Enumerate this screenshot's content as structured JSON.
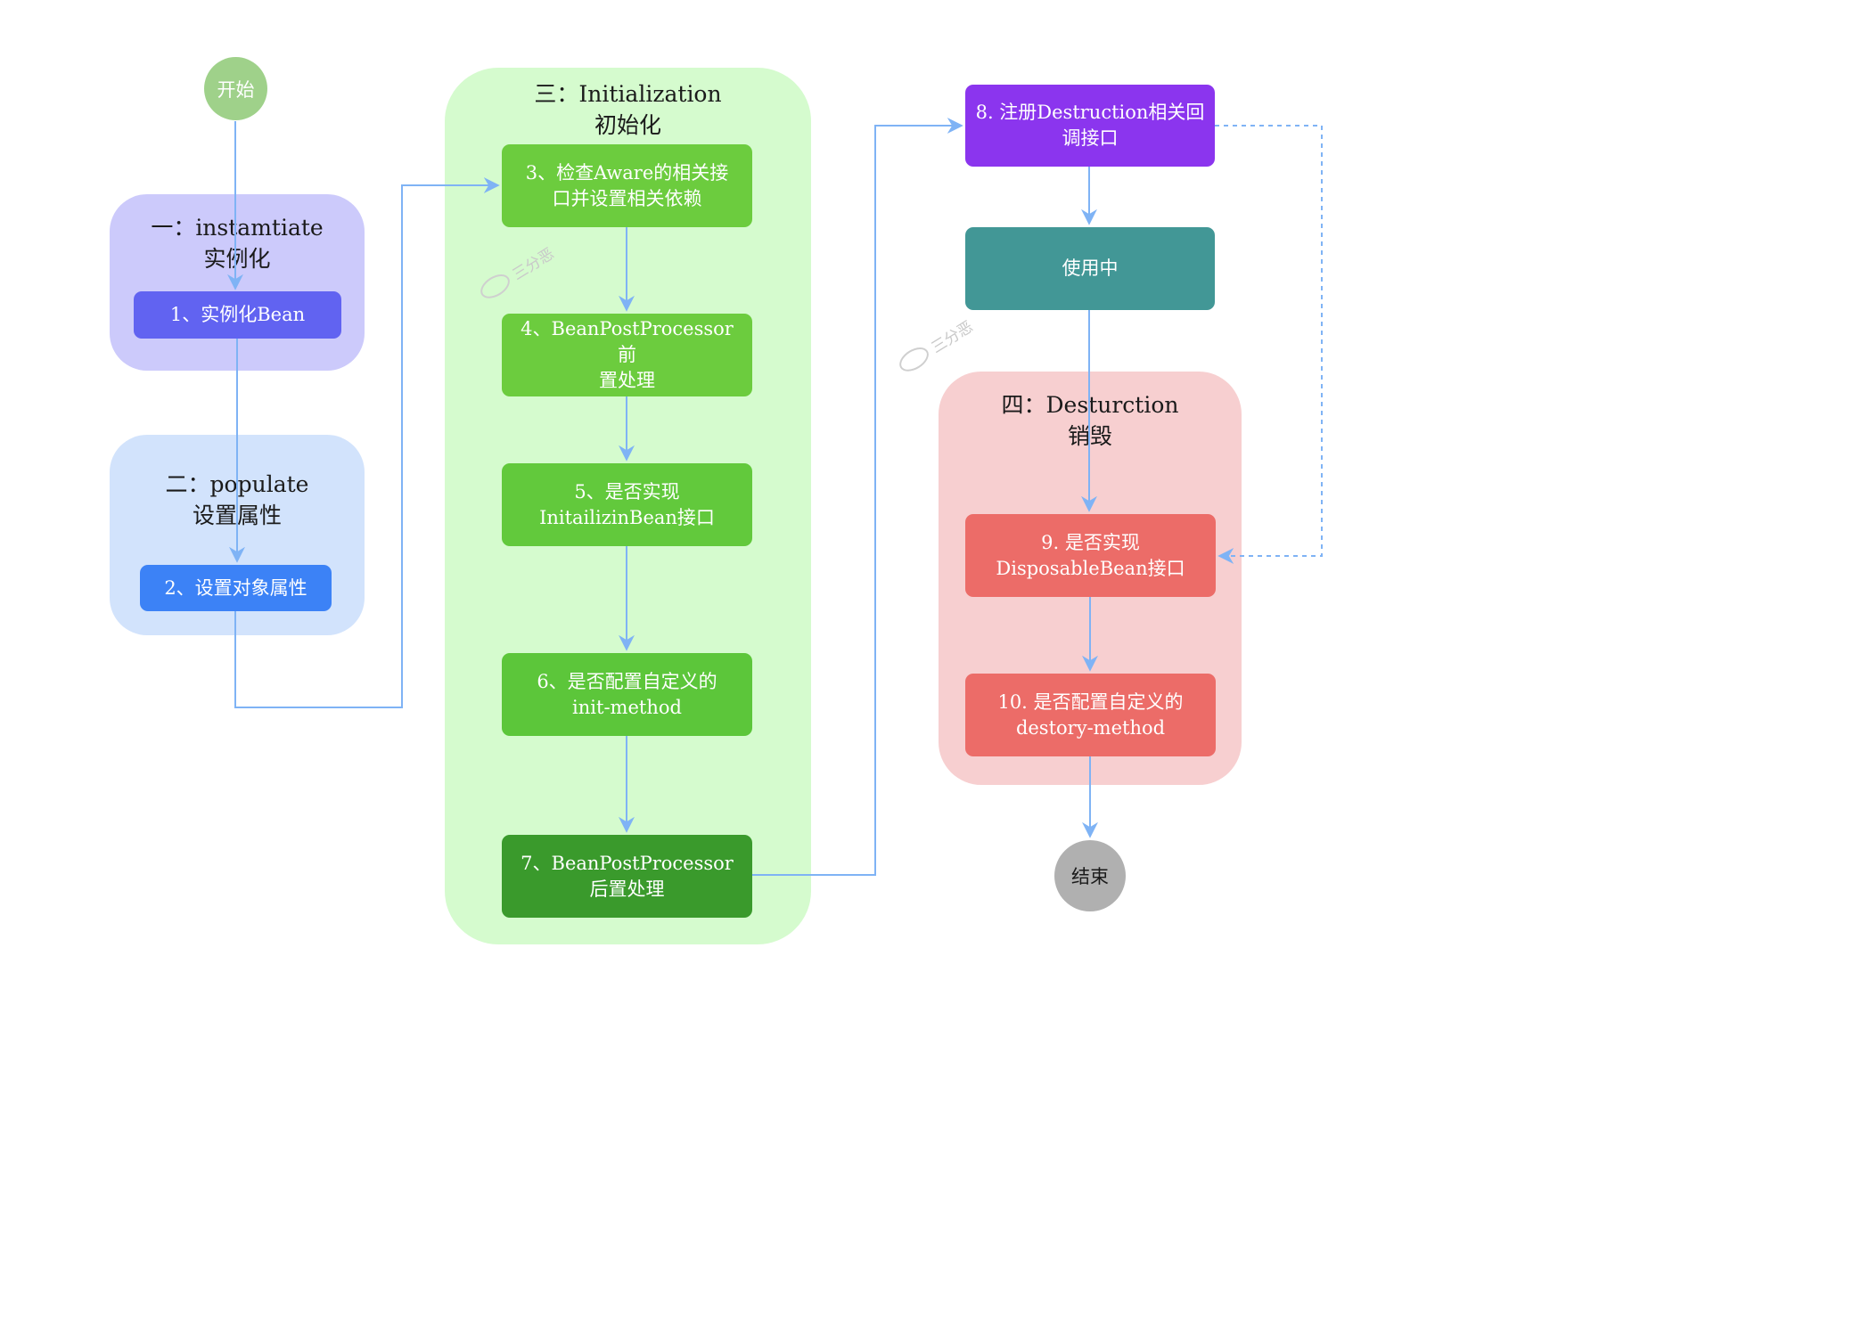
{
  "start_label": "开始",
  "end_label": "结束",
  "groups": {
    "instantiate": {
      "title_line1": "一：instamtiate",
      "title_line2": "实例化"
    },
    "populate": {
      "title_line1": "二：populate",
      "title_line2": "设置属性"
    },
    "initialization": {
      "title_line1": "三：Initialization",
      "title_line2": "初始化"
    },
    "destruction": {
      "title_line1": "四：Desturction",
      "title_line2": "销毁"
    }
  },
  "steps": {
    "s1": {
      "text": "1、实例化Bean"
    },
    "s2": {
      "text": "2、设置对象属性"
    },
    "s3": {
      "line1": "3、检查Aware的相关接",
      "line2": "口并设置相关依赖"
    },
    "s4": {
      "line1": "4、BeanPostProcessor 前",
      "line2": "置处理"
    },
    "s5": {
      "line1": "5、是否实现",
      "line2": "InitailizinBean接口"
    },
    "s6": {
      "line1": "6、是否配置自定义的",
      "line2": "init-method"
    },
    "s7": {
      "line1": "7、BeanPostProcessor",
      "line2": "后置处理"
    },
    "s8": {
      "line1": "8. 注册Destruction相关回",
      "line2": "调接口"
    },
    "in_use": {
      "text": "使用中"
    },
    "s9": {
      "line1": "9. 是否实现",
      "line2": "DisposableBean接口"
    },
    "s10": {
      "line1": "10. 是否配置自定义的",
      "line2": "destory-method"
    }
  },
  "watermark": {
    "text": "三分恶"
  },
  "colors": {
    "start": "#9fd18a",
    "end": "#b0b0b0",
    "group_instantiate": "#cccafb",
    "group_populate": "#d2e3fc",
    "group_initialization": "#d5fbce",
    "group_destruction": "#f7cfd0",
    "step_instantiate": "#6163f1",
    "step_populate": "#3c82f6",
    "step_init": "#6ccc3e",
    "step_init_dark": "#3a9a2c",
    "step_destruction_register": "#8b35ee",
    "step_in_use": "#429796",
    "step_destroy": "#ec6c68",
    "arrow": "#7fb3f5"
  }
}
